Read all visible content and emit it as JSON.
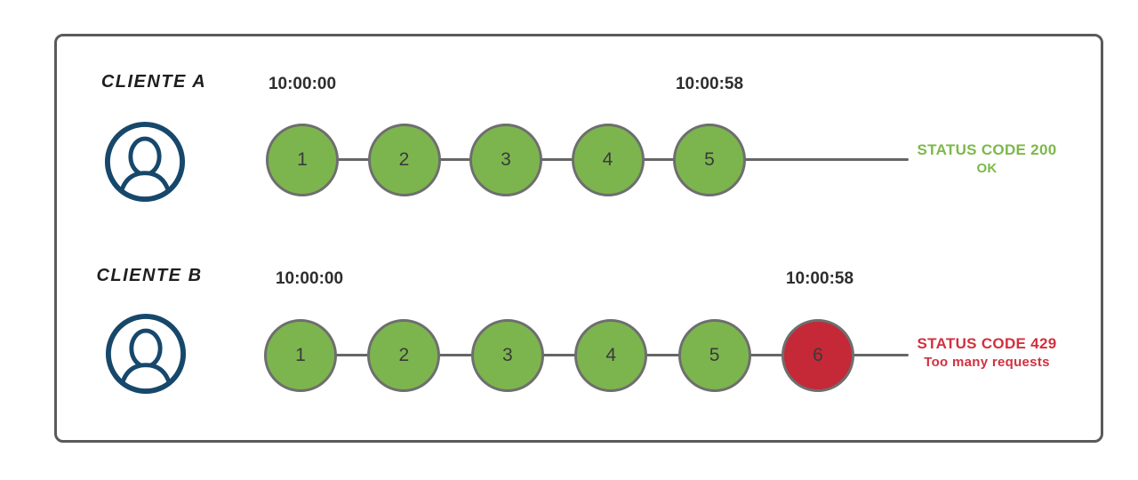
{
  "frame": {
    "border_color": "#5A5A5A",
    "background": "#ffffff"
  },
  "colors": {
    "green": "#7CB54E",
    "red": "#C52837",
    "circle_border": "#6E6E6E",
    "line": "#666666",
    "navy": "#17486B",
    "status_green": "#7DB84A",
    "status_red": "#D2303E",
    "timestamp_text": "#2D2D2D",
    "label_text": "#1E1E1E"
  },
  "rows": [
    {
      "label": "CLIENTE A",
      "icon": "user-avatar-icon",
      "start_time": "10:00:00",
      "end_time": "10:00:58",
      "requests": [
        {
          "number": "1",
          "state": "allowed"
        },
        {
          "number": "2",
          "state": "allowed"
        },
        {
          "number": "3",
          "state": "allowed"
        },
        {
          "number": "4",
          "state": "allowed"
        },
        {
          "number": "5",
          "state": "allowed"
        }
      ],
      "status": {
        "code_line": "STATUS CODE 200",
        "message_line": "OK",
        "state": "ok"
      }
    },
    {
      "label": "CLIENTE B",
      "icon": "user-avatar-icon",
      "start_time": "10:00:00",
      "end_time": "10:00:58",
      "requests": [
        {
          "number": "1",
          "state": "allowed"
        },
        {
          "number": "2",
          "state": "allowed"
        },
        {
          "number": "3",
          "state": "allowed"
        },
        {
          "number": "4",
          "state": "allowed"
        },
        {
          "number": "5",
          "state": "allowed"
        },
        {
          "number": "6",
          "state": "blocked"
        }
      ],
      "status": {
        "code_line": "STATUS CODE 429",
        "message_line": "Too many requests",
        "state": "error"
      }
    }
  ]
}
